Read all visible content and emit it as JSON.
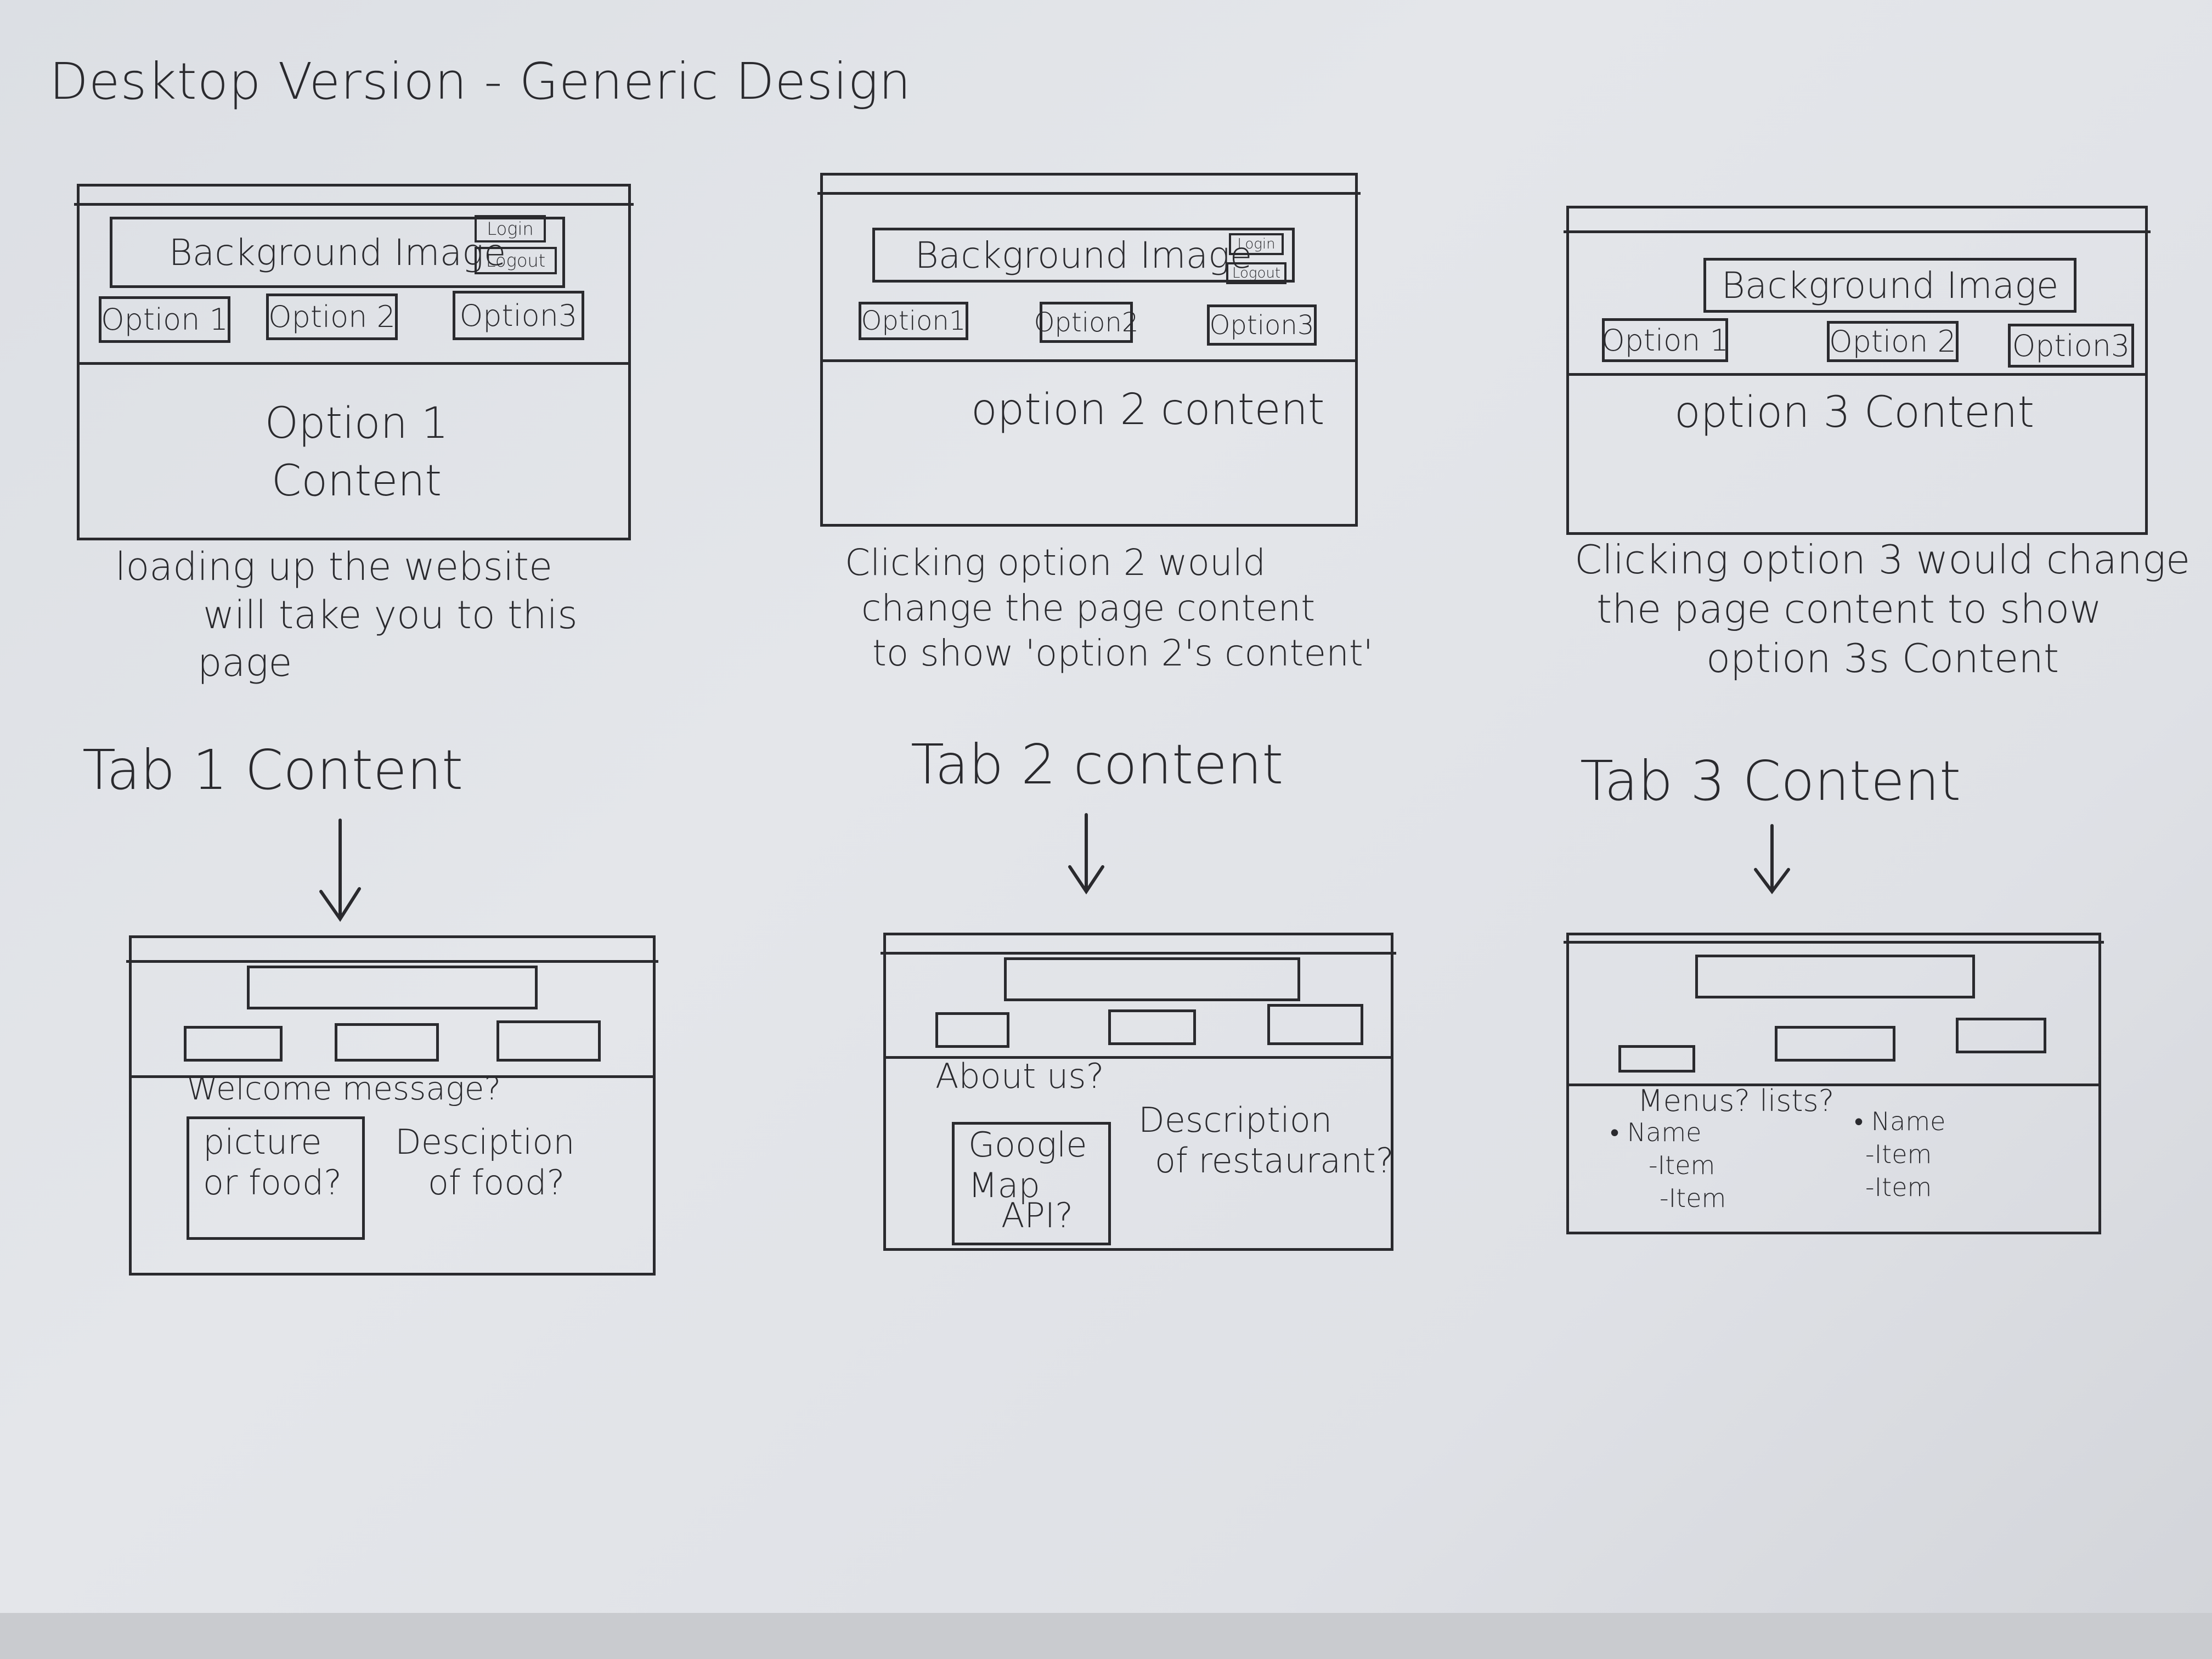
{
  "title": "Desktop Version - Generic Design",
  "top_wireframes": [
    {
      "background_label": "Background Image",
      "login_label": "Login",
      "logout_label": "Logout",
      "options": [
        "Option 1",
        "Option 2",
        "Option3"
      ],
      "content_line1": "Option 1",
      "content_line2": "Content",
      "caption_lines": [
        "loading up the website",
        "will take you to this",
        "page"
      ]
    },
    {
      "background_label": "Background Image",
      "login_label": "Login",
      "logout_label": "Logout",
      "options": [
        "Option1",
        "Option2",
        "Option3"
      ],
      "content_line1": "option 2  content",
      "caption_lines": [
        "Clicking option 2 would",
        "change the page content",
        "to show 'option 2's content'"
      ]
    },
    {
      "background_label": "Background Image",
      "options": [
        "Option 1",
        "Option 2",
        "Option3"
      ],
      "content_line1": "option 3 Content",
      "caption_lines": [
        "Clicking option 3 would change",
        "the page content to show",
        "option 3s Content"
      ]
    }
  ],
  "tab_labels": [
    "Tab 1 Content",
    "Tab 2 content",
    "Tab 3 Content"
  ],
  "bottom_wireframes": [
    {
      "heading": "Welcome message?",
      "box_line1": "picture",
      "box_line2": "or food?",
      "side_line1": "Desciption",
      "side_line2": "of food?"
    },
    {
      "heading": "About us?",
      "box_line1": "Google",
      "box_line2": "Map",
      "box_line3": "API?",
      "side_line1": "Description",
      "side_line2": "of restaurant?"
    },
    {
      "heading": "Menus? lists?",
      "col1": [
        "• Name",
        "-Item",
        "-Item"
      ],
      "col2": [
        "• Name",
        "-Item",
        "-Item"
      ]
    }
  ]
}
